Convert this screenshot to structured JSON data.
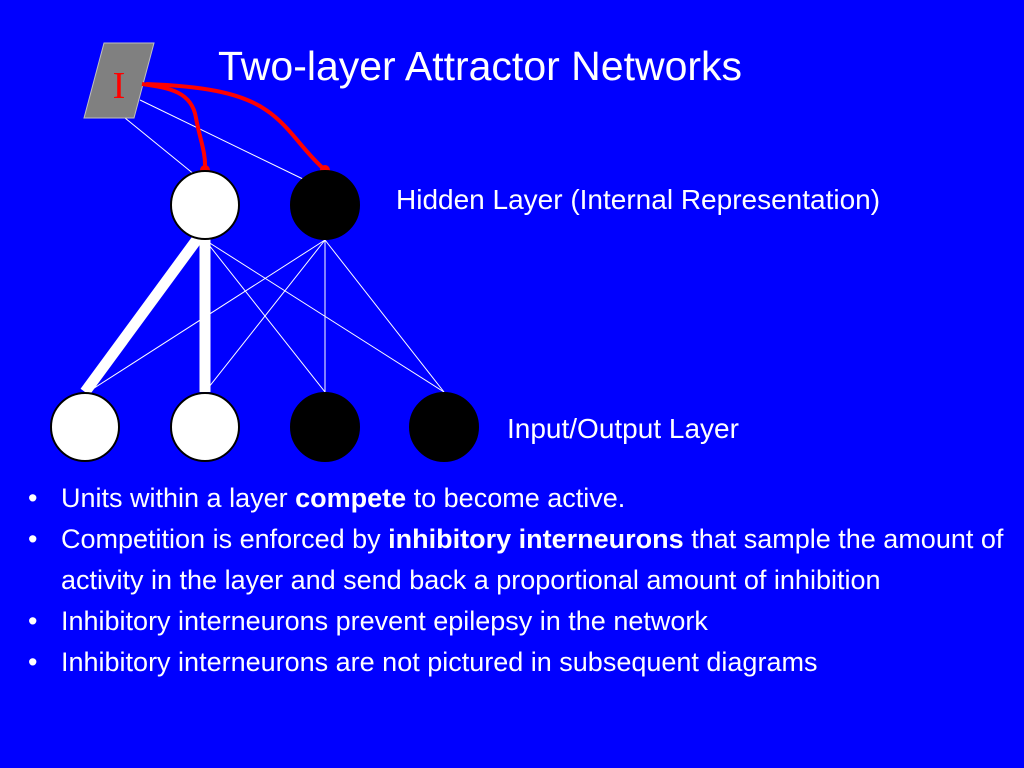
{
  "slide": {
    "title": "Two-layer Attractor Networks"
  },
  "diagram": {
    "inhibitory_unit_label": "I",
    "hidden_layer_label": "Hidden Layer (Internal Representation)",
    "io_layer_label": "Input/Output Layer",
    "hidden_units": [
      {
        "name": "hidden-unit-1",
        "active": true
      },
      {
        "name": "hidden-unit-2",
        "active": false
      }
    ],
    "io_units": [
      {
        "name": "io-unit-1",
        "active": true
      },
      {
        "name": "io-unit-2",
        "active": true
      },
      {
        "name": "io-unit-3",
        "active": false
      },
      {
        "name": "io-unit-4",
        "active": false
      }
    ],
    "colors": {
      "background": "#0000ff",
      "active_unit": "#ffffff",
      "inactive_unit": "#000000",
      "inhibitory_box": "#808080",
      "inhibitory_letter": "#ff0000",
      "inhibitory_connection": "#ff0000",
      "connection": "#ffffff"
    }
  },
  "bullets": {
    "b1_pre": "Units within a layer ",
    "b1_bold": "compete",
    "b1_post": " to become active.",
    "b2_pre": "Competition is enforced by ",
    "b2_bold": "inhibitory interneurons",
    "b2_post": " that sample the amount of activity in the layer and send back a proportional amount of inhibition",
    "b3": "Inhibitory interneurons prevent epilepsy in the network",
    "b4": "Inhibitory interneurons are not pictured in subsequent diagrams",
    "marker": "•"
  }
}
